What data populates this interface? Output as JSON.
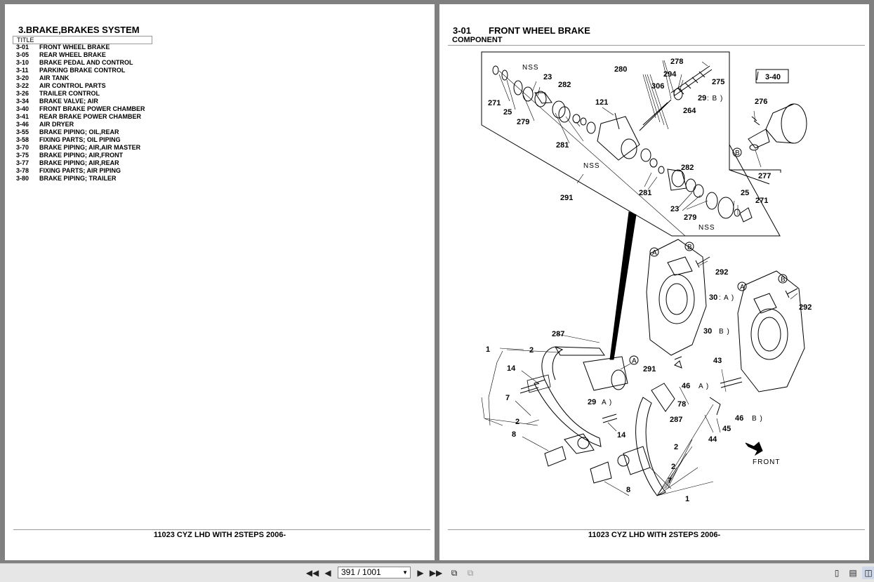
{
  "left": {
    "section_title": "3.BRAKE,BRAKES SYSTEM",
    "table_header": "TITLE",
    "items": [
      {
        "code": "3-01",
        "title": "FRONT WHEEL BRAKE"
      },
      {
        "code": "3-05",
        "title": "REAR WHEEL BRAKE"
      },
      {
        "code": "3-10",
        "title": "BRAKE PEDAL AND CONTROL"
      },
      {
        "code": "3-11",
        "title": "PARKING BRAKE CONTROL"
      },
      {
        "code": "3-20",
        "title": "AIR TANK"
      },
      {
        "code": "3-22",
        "title": "AIR CONTROL PARTS"
      },
      {
        "code": "3-26",
        "title": "TRAILER CONTROL"
      },
      {
        "code": "3-34",
        "title": "BRAKE VALVE; AIR"
      },
      {
        "code": "3-40",
        "title": "FRONT BRAKE POWER CHAMBER"
      },
      {
        "code": "3-41",
        "title": "REAR BRAKE POWER CHAMBER"
      },
      {
        "code": "3-46",
        "title": "AIR DRYER"
      },
      {
        "code": "3-55",
        "title": "BRAKE PIPING; OIL,REAR"
      },
      {
        "code": "3-58",
        "title": "FIXING PARTS; OIL PIPING"
      },
      {
        "code": "3-70",
        "title": "BRAKE PIPING; AIR,AIR MASTER"
      },
      {
        "code": "3-75",
        "title": "BRAKE PIPING; AIR,FRONT"
      },
      {
        "code": "3-77",
        "title": "BRAKE PIPING; AIR,REAR"
      },
      {
        "code": "3-78",
        "title": "FIXING PARTS; AIR PIPING"
      },
      {
        "code": "3-80",
        "title": "BRAKE PIPING; TRAILER"
      }
    ],
    "footer": "11023 CYZ LHD WITH 2STEPS 2006-"
  },
  "right": {
    "code": "3-01",
    "title": "FRONT WHEEL BRAKE",
    "subtitle": "COMPONENT",
    "footer": "11023 CYZ LHD WITH 2STEPS 2006-",
    "ref_box": "3-40",
    "front_label": "FRONT",
    "nss_label": "NSS",
    "callouts": {
      "c278": "278",
      "c280": "280",
      "c294": "294",
      "c306": "306",
      "c275": "275",
      "c29b": "29",
      "c264": "264",
      "c23a": "23",
      "c282a": "282",
      "c271a": "271",
      "c25a": "25",
      "c279a": "279",
      "c121": "121",
      "c281a": "281",
      "c291a": "291",
      "c282b": "282",
      "c281b": "281",
      "c25b": "25",
      "c271b": "271",
      "c23b": "23",
      "c279b": "279",
      "c276": "276",
      "c277": "277",
      "c292a": "292",
      "c292b": "292",
      "c30a": "30",
      "c30b": "30",
      "c287a": "287",
      "c1a": "1",
      "c2a": "2",
      "c14a": "14",
      "c7a": "7",
      "c2b": "2",
      "c8a": "8",
      "c291b": "291",
      "c29a": "29",
      "c14b": "14",
      "c46a": "46",
      "c78": "78",
      "c287b": "287",
      "c43": "43",
      "c46b": "46",
      "c45": "45",
      "c44": "44",
      "c2c": "2",
      "c2d": "2",
      "c7b": "7",
      "c8b": "8",
      "c1b": "1"
    },
    "suffix": {
      "a": "A )",
      "b": "B )",
      "colon_b": ": B )",
      "colon_a": ": A )"
    },
    "circle_a": "A",
    "circle_b": "B"
  },
  "toolbar": {
    "page_indicator": "391 / 1001"
  }
}
